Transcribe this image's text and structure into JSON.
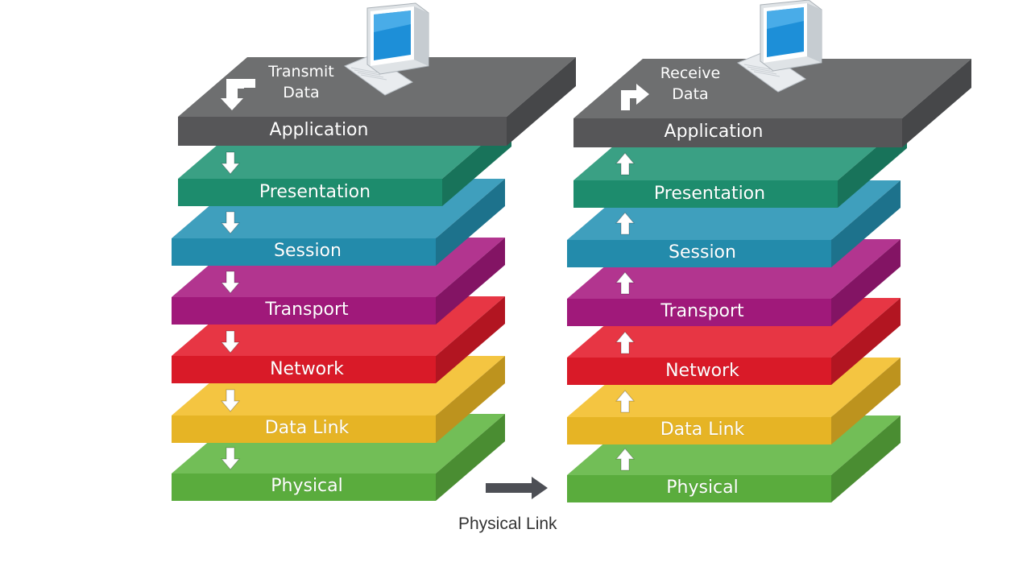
{
  "sender": {
    "caption_line1": "Transmit",
    "caption_line2": "Data",
    "direction": "down"
  },
  "receiver": {
    "caption_line1": "Receive",
    "caption_line2": "Data",
    "direction": "up"
  },
  "layers": [
    {
      "label": "Application",
      "color": "#5a5b5d"
    },
    {
      "label": "Presentation",
      "color": "#1f9373"
    },
    {
      "label": "Session",
      "color": "#2592b4"
    },
    {
      "label": "Transport",
      "color": "#a81a80"
    },
    {
      "label": "Network",
      "color": "#e41b2a"
    },
    {
      "label": "Data Link",
      "color": "#f2bd27"
    },
    {
      "label": "Physical",
      "color": "#5fb540"
    }
  ],
  "physical_link": {
    "label": "Physical Link",
    "color": "#4d4f55"
  },
  "icons": {
    "computer": "computer-icon",
    "arrow_down": "arrow-down-icon",
    "arrow_up": "arrow-up-icon",
    "arrow_right": "arrow-right-icon"
  }
}
